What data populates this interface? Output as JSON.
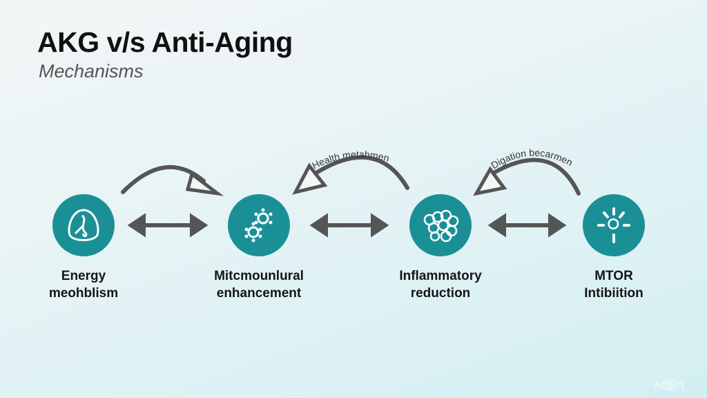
{
  "title": "AKG v/s Anti-Aging",
  "subtitle": "Mechanisms",
  "nodes": [
    {
      "line1": "Energy",
      "line2": "meohblism",
      "icon": "energy-molecule-icon"
    },
    {
      "line1": "Mitcmounlural",
      "line2": "enhancement",
      "icon": "mitochondria-icon"
    },
    {
      "line1": "Inflammatory",
      "line2": "reduction",
      "icon": "cell-cluster-icon"
    },
    {
      "line1": "MTOR",
      "line2": "Intibiition",
      "icon": "burst-icon"
    }
  ],
  "curve_labels": [
    "Health metahmen",
    "Digation becarmen"
  ],
  "watermark": "AI图片",
  "colors": {
    "teal": "#1a9096",
    "arrow": "#555555"
  }
}
